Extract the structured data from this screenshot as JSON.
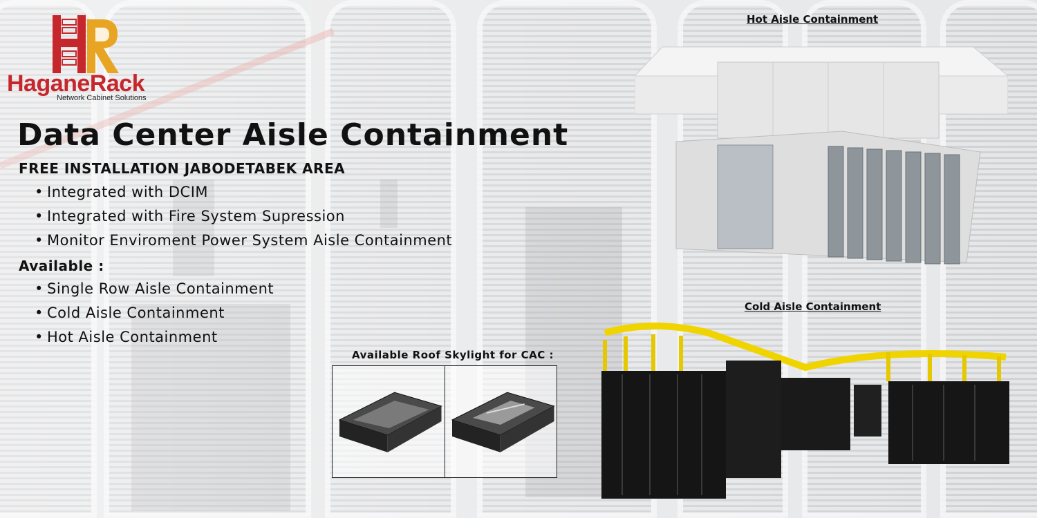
{
  "brand": {
    "name": "HaganeRack",
    "tagline": "Network Cabinet Solutions",
    "mark_letters": "HR",
    "colors": {
      "red": "#c6272c",
      "gold": "#e8a524"
    }
  },
  "title": "Data Center Aisle Containment",
  "subheading": "FREE INSTALLATION JABODETABEK AREA",
  "features": [
    "Integrated with DCIM",
    "Integrated with Fire System Supression",
    "Monitor Enviroment Power System Aisle Containment"
  ],
  "available_label": "Available :",
  "available": [
    "Single Row Aisle Containment",
    "Cold Aisle Containment",
    "Hot Aisle Containment"
  ],
  "skylight_label": "Available Roof Skylight for CAC :",
  "captions": {
    "hot": "Hot Aisle Containment",
    "cold": "Cold Aisle Containment"
  },
  "icons": {
    "logo": "hr-rack-logo-icon",
    "hot_image": "hot-aisle-containment-image",
    "cold_image": "cold-aisle-containment-image",
    "skylight": "roof-skylight-image"
  }
}
